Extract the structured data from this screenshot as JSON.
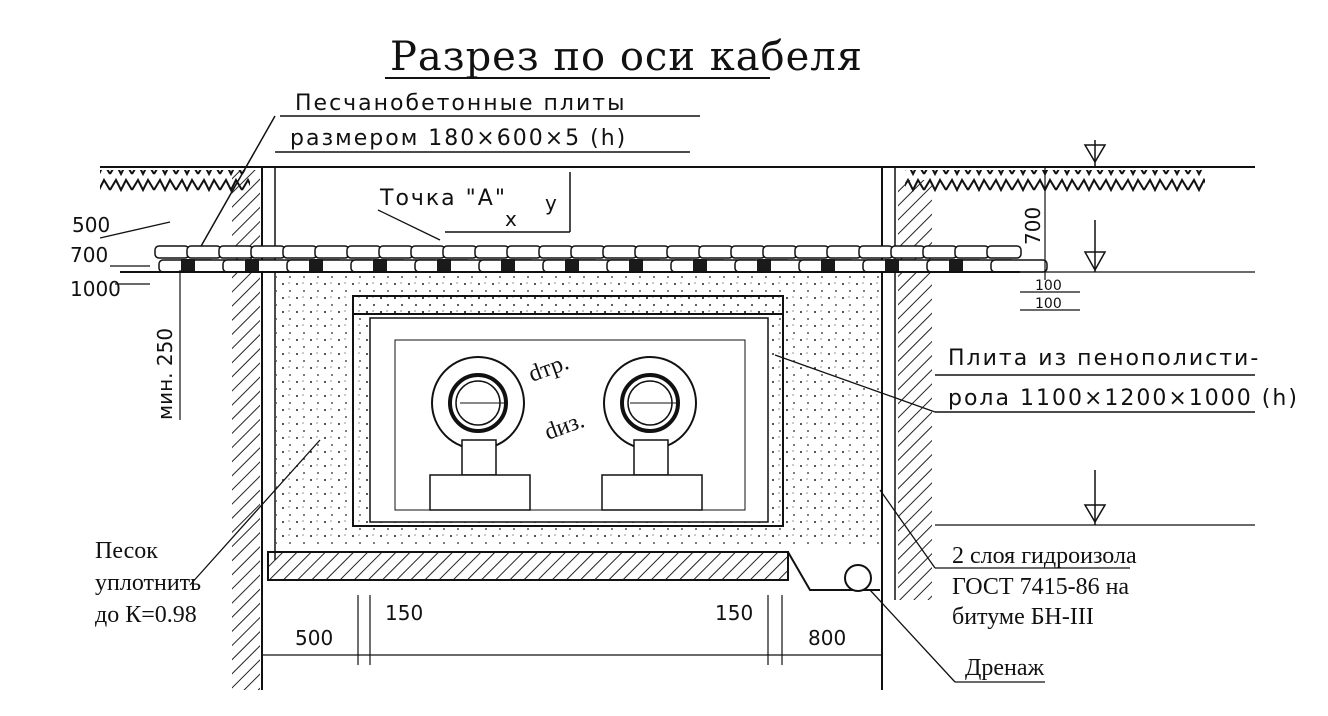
{
  "title": "Разрез по оси кабеля",
  "labels": {
    "slabs_line1": "Песчанобетонные плиты",
    "slabs_line2": "размером 180×600×5 (h)",
    "point_a": "Точка \"А\"",
    "axis_x": "x",
    "axis_y": "y",
    "foam_line1": "Плита из пенополисти-",
    "foam_line2": "рола 1100×1200×1000 (h)",
    "sand_line1": "Песок",
    "sand_line2": "уплотнить",
    "sand_line3": "до К=0.98",
    "waterproof_line1": "2 слоя гидроизола",
    "waterproof_line2": "ГОСТ 7415-86 на",
    "waterproof_line3": "битуме БН-III",
    "drainage": "Дренаж",
    "pipe_d1": "dтр.",
    "pipe_d2": "dиз."
  },
  "dimensions": {
    "left_500": "500",
    "left_700": "700",
    "left_1000": "1000",
    "min_250": "мин. 250",
    "right_700": "700",
    "right_100a": "100",
    "right_100b": "100",
    "bottom_500": "500",
    "bottom_150a": "150",
    "bottom_150b": "150",
    "bottom_800": "800"
  },
  "colors": {
    "ink": "#111111",
    "slab_fill": "#1a1a1a",
    "paper": "#ffffff"
  }
}
